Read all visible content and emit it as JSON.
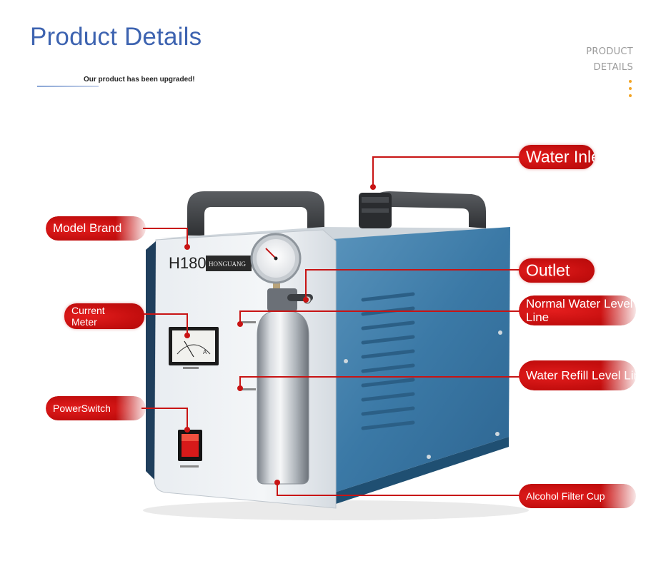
{
  "header": {
    "title": "Product Details",
    "subtitle": "Our product has been upgraded!",
    "side_label_line1": "PRODUCT",
    "side_label_line2": "DETAILS"
  },
  "machine": {
    "model": "H180",
    "brand": "HONGUANG",
    "gauge_symbol": "A"
  },
  "callouts": {
    "water_inlet": "Water Inlet",
    "model_brand": "Model Brand",
    "outlet": "Outlet",
    "normal_water_level_line": "Normal Water Level Line",
    "current_meter": "Current Meter",
    "water_refill_level_line": "Water Refill Level Line",
    "power_switch": "PowerSwitch",
    "alcohol_filter_cup": "Alcohol Filter Cup"
  },
  "colors": {
    "title_blue": "#3d63b0",
    "callout_red": "#d41414",
    "machine_blue": "#3f7faa",
    "accent_orange": "#f2a526"
  }
}
